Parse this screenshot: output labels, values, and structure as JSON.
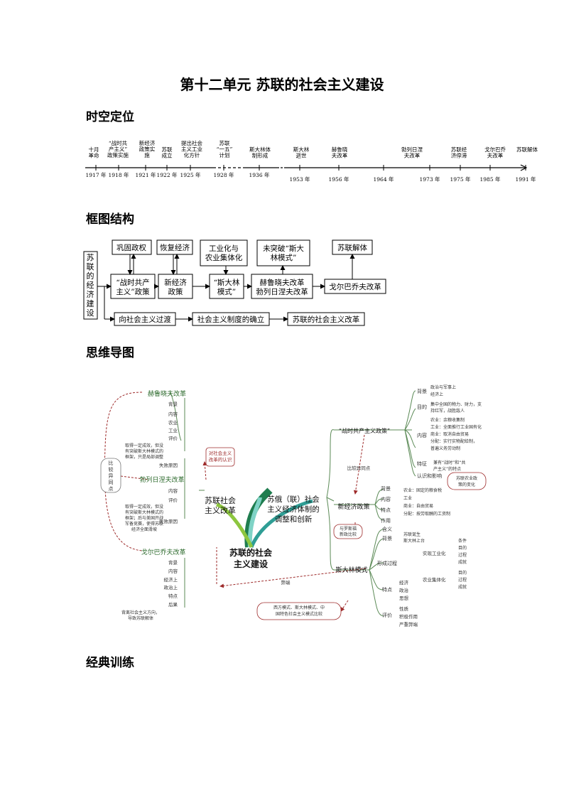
{
  "title": "第十二单元 苏联的社会主义建设",
  "sections": {
    "s1": "时空定位",
    "s2": "框图结构",
    "s3": "思维导图",
    "s4": "经典训练"
  },
  "timeline": {
    "top_labels": [
      [
        "十月",
        "革命"
      ],
      [
        "“战时共",
        "产主义”",
        "政策实施"
      ],
      [
        "新经济",
        "政策实",
        "施"
      ],
      [
        "苏联",
        "成立"
      ],
      [
        "提出社会",
        "主义工业",
        "化方针"
      ],
      [
        "苏联",
        "“一五”",
        "计划"
      ],
      [
        "斯大林体",
        "制形成"
      ],
      [
        "斯大林",
        "逝世"
      ],
      [
        "赫鲁晓",
        "夫改革"
      ],
      [
        "勃列日涅",
        "夫改革"
      ],
      [
        "苏联经",
        "济停滞"
      ],
      [
        "戈尔巴乔",
        "夫改革"
      ],
      [
        "苏联解体"
      ]
    ],
    "years_row1": [
      "1917 年",
      "1918 年",
      "1921 年",
      "1922 年",
      "1925 年",
      "1928 年",
      "1936 年"
    ],
    "years_row2": [
      "1953 年",
      "1956 年",
      "1964 年",
      "1973 年",
      "1975 年",
      "1985 年",
      "1991 年"
    ]
  },
  "frame": {
    "side_label": [
      "苏",
      "联",
      "的",
      "经",
      "济",
      "建",
      "设"
    ],
    "top": [
      "巩固政权",
      "恢复经济",
      [
        "工业化与",
        "农业集体化"
      ],
      [
        "未突破“斯大",
        "林模式”"
      ],
      "苏联解体"
    ],
    "middle": [
      [
        "“战时共产",
        "主义”政策"
      ],
      [
        "新经济",
        "政策"
      ],
      [
        "“斯大林",
        "模式”"
      ],
      [
        "赫鲁晓夫改革",
        "勃列日涅夫改革"
      ],
      "戈尔巴乔夫改革"
    ],
    "bottom": [
      "向社会主义过渡",
      "社会主义制度的确立",
      "苏联的社会主义改革"
    ]
  },
  "mindmap": {
    "center": [
      "苏联的社会",
      "主义建设"
    ],
    "left_main": [
      "苏联社会",
      "主义改革"
    ],
    "right_main": [
      "苏俄（联）社会",
      "主义经济体制的",
      "调整和创新"
    ],
    "note_top": [
      "对社会主义",
      "改革的认识"
    ],
    "compare": [
      "比",
      "较",
      "异",
      "同",
      "点"
    ],
    "khru": "赫鲁晓夫改革",
    "khru_items": [
      "背景",
      "内容",
      "农业",
      "工业",
      "评价",
      "失败原因"
    ],
    "khru_note": [
      "取得一定成效，但没",
      "有突破斯大林模式的",
      "框架，只是局部调整"
    ],
    "brezh": "勃列日涅夫改革",
    "brezh_items": [
      "内容",
      "评价",
      "失败原因"
    ],
    "brezh_note": [
      "取得一定成效，但没",
      "有突破斯大林模式的",
      "框架；后与美国开战",
      "军备竞赛，使得苏联",
      "经济全面滑坡"
    ],
    "gorb": "戈尔巴乔夫改革",
    "gorb_items": [
      "背景",
      "内容",
      "经济上",
      "政治上",
      "特点",
      "后果"
    ],
    "gorb_note": [
      "背离社会主义方向，",
      "导致苏联解体"
    ],
    "war": "“战时共产主义政策”",
    "war_bg": "背景",
    "war_bg_items": [
      "政治与军事上",
      "经济上"
    ],
    "war_goal": "目的",
    "war_goal_text": [
      "集中全国的物力、财力，支",
      "持红军，战胜敌人"
    ],
    "war_content": "内容",
    "war_content_items": [
      "农业：余粮收集制",
      "工业：全面推行工业国有化",
      "商业：取消自由贸易",
      "分配：实行实物配给制，",
      "普遍义务劳动制"
    ],
    "war_feature": "特征",
    "war_feature_text": [
      "兼有“战时”和“共",
      "产主义”的特点"
    ],
    "war_eval": "认识和影响",
    "compare_mid": "比较异同点",
    "nep": "新经济政策",
    "nep_items": [
      "背景",
      "内容",
      "特点",
      "作用"
    ],
    "nep_detail": [
      "农业：固定的粮食税",
      "工业",
      "商业：自由贸易",
      "分配：按劳取酬的工资制"
    ],
    "nep_side": [
      "苏联农业政",
      "策的变化"
    ],
    "luosi": [
      "与罗斯福",
      "新政比较"
    ],
    "stalin": "斯大林模式",
    "stalin_items": [
      "含义",
      "背景",
      "形成过程",
      "特点",
      "评价"
    ],
    "stalin_bg": [
      "苏联诞生",
      "斯大林上台"
    ],
    "stalin_ind": "实现工业化",
    "stalin_agri": "农业集体化",
    "stalin_sub": [
      "条件",
      "目的",
      "过程",
      "成就"
    ],
    "stalin_sub2": [
      "目的",
      "过程",
      "成就"
    ],
    "stalin_feat": [
      "经济",
      "政治",
      "思想"
    ],
    "stalin_eval": [
      "性质",
      "积极作用",
      "严重弊端"
    ],
    "drawback": "弊端",
    "compare_bottom": [
      "西方模式、斯大林模式、中",
      "国特色社会主义模式比较"
    ]
  },
  "colors": {
    "teal": "#2f9e95",
    "mm_line": "#5b8a56",
    "accent": "#9e2b2b"
  }
}
